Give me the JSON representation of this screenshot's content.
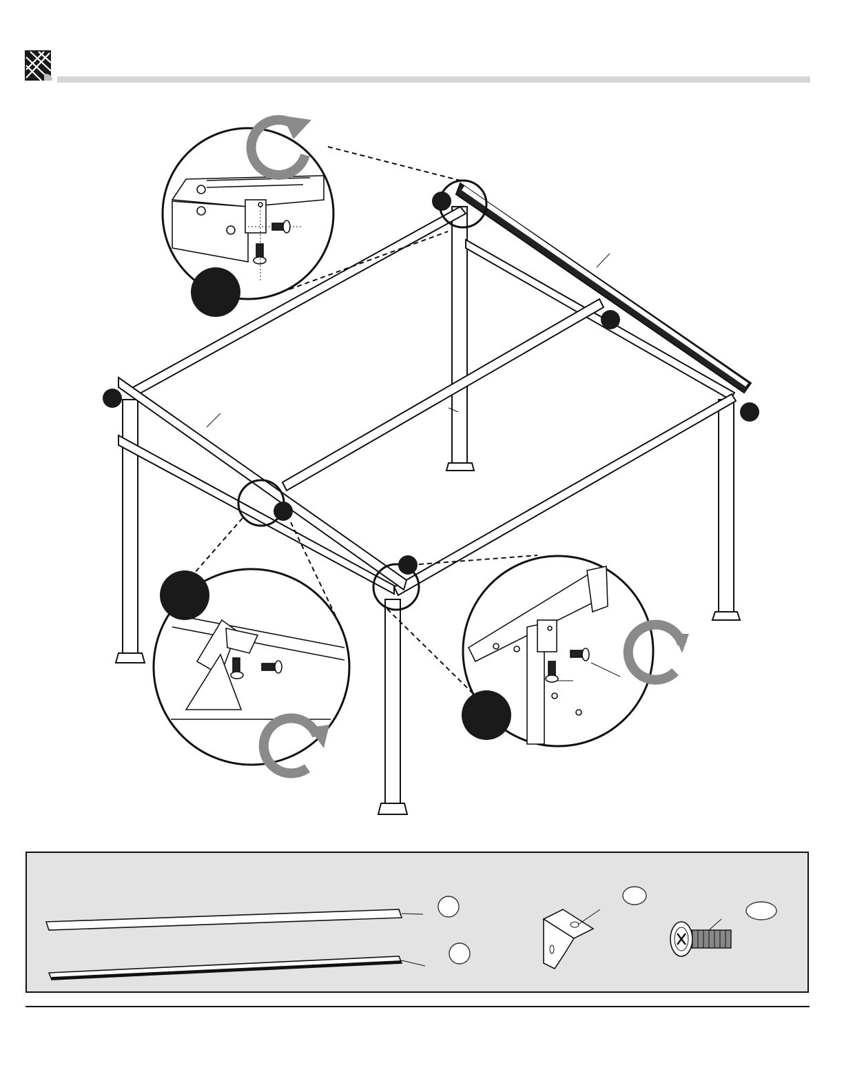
{
  "document": {
    "type": "assembly-instruction-step",
    "header": {
      "logo": "brand-logo-icon",
      "bar_color": "#d6d6d6"
    },
    "illustration": {
      "subject": "gazebo-frame",
      "callout_marker_color": "#1a1a1a",
      "rotation_arrow_color": "#8a8a8a",
      "detail_views": 3
    },
    "parts_panel": {
      "background": "#e3e3e3",
      "items": [
        {
          "icon": "top-rail-icon"
        },
        {
          "icon": "side-rail-icon"
        },
        {
          "icon": "l-bracket-icon"
        },
        {
          "icon": "bolt-icon"
        }
      ]
    }
  }
}
